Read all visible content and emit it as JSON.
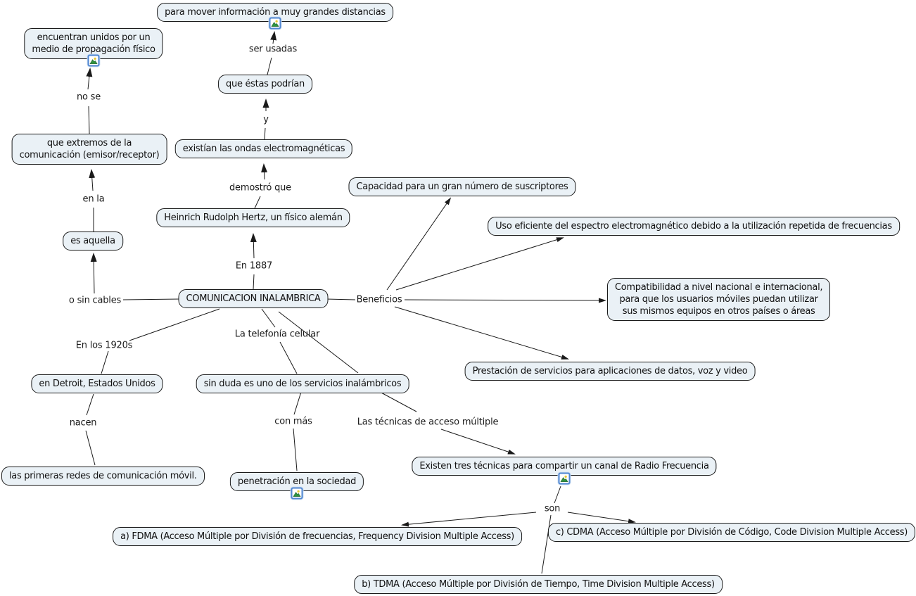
{
  "colors": {
    "node_fill": "#eaf1f6",
    "node_border": "#1a1a1a",
    "connector": "#1a1a1a",
    "resource_icon_border": "#4f86d2",
    "resource_icon_sun": "#e8c832",
    "resource_icon_mountain": "#2e9440"
  },
  "icons": {
    "resource": "image-resource-icon"
  },
  "nodes": [
    {
      "id": "para-mover",
      "text": "para mover información a muy grandes distancias"
    },
    {
      "id": "encuentran-unidos",
      "text": "encuentran unidos por un\nmedio de propagación físico"
    },
    {
      "id": "que-estas-podrian",
      "text": "que éstas podrían"
    },
    {
      "id": "que-extremos",
      "text": "que extremos de la\ncomunicación (emisor/receptor)"
    },
    {
      "id": "existian-ondas",
      "text": "existían las ondas electromagnéticas"
    },
    {
      "id": "capacidad-suscriptores",
      "text": "Capacidad para un gran número de suscriptores"
    },
    {
      "id": "hertz",
      "text": "Heinrich Rudolph Hertz, un físico alemán"
    },
    {
      "id": "uso-eficiente",
      "text": "Uso eficiente del espectro electromagnético debido a la utilización repetida de frecuencias"
    },
    {
      "id": "es-aquella",
      "text": "es aquella"
    },
    {
      "id": "comunicacion-inalambrica",
      "text": "COMUNICACION INALAMBRICA"
    },
    {
      "id": "compatibilidad",
      "text": "Compatibilidad a nivel nacional e internacional,\npara que los usuarios móviles puedan utilizar\nsus mismos equipos en otros países o áreas"
    },
    {
      "id": "prestacion-servicios",
      "text": "Prestación de servicios para aplicaciones de datos, voz y video"
    },
    {
      "id": "detroit",
      "text": "en Detroit, Estados Unidos"
    },
    {
      "id": "sin-duda",
      "text": "sin duda es uno de los servicios inalámbricos"
    },
    {
      "id": "primeras-redes",
      "text": "las primeras redes de comunicación móvil."
    },
    {
      "id": "penetracion-sociedad",
      "text": "penetración en la sociedad"
    },
    {
      "id": "existen-tres-tecnicas",
      "text": "Existen tres técnicas para compartir un canal de Radio Frecuencia"
    },
    {
      "id": "fdma",
      "text": "a) FDMA (Acceso Múltiple por División de frecuencias, Frequency Division Multiple Access)"
    },
    {
      "id": "cdma",
      "text": "c) CDMA (Acceso Múltiple por División de Código, Code Division Multiple Access)"
    },
    {
      "id": "tdma",
      "text": "b) TDMA (Acceso Múltiple por División de Tiempo, Time Division Multiple Access)"
    }
  ],
  "labels": [
    {
      "id": "ser-usadas",
      "text": "ser usadas"
    },
    {
      "id": "no-se",
      "text": "no se"
    },
    {
      "id": "y",
      "text": "y"
    },
    {
      "id": "demostro-que",
      "text": "demostró que"
    },
    {
      "id": "en-la",
      "text": "en la"
    },
    {
      "id": "en-1887",
      "text": "En 1887"
    },
    {
      "id": "o-sin-cables",
      "text": "o sin cables"
    },
    {
      "id": "beneficios",
      "text": "Beneficios"
    },
    {
      "id": "en-los-1920s",
      "text": "En los 1920s"
    },
    {
      "id": "la-telefonia-celular",
      "text": "La telefonía celular"
    },
    {
      "id": "nacen",
      "text": "nacen"
    },
    {
      "id": "con-mas",
      "text": "con más"
    },
    {
      "id": "las-tecnicas-de-acceso-multiple",
      "text": "Las técnicas de acceso múltiple"
    },
    {
      "id": "son",
      "text": "son"
    }
  ]
}
